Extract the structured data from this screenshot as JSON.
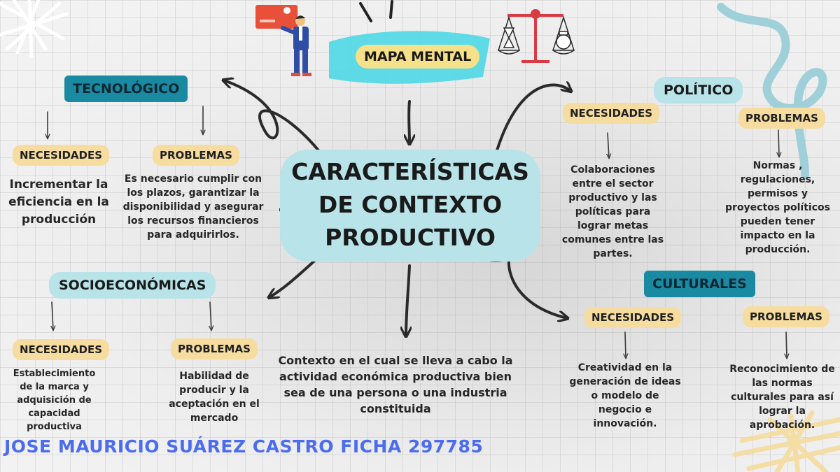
{
  "title": "MAPA MENTAL",
  "central": "CARACTERÍSTICAS DE CONTEXTO PRODUCTIVO",
  "definition": "Contexto en el cual se lleva a cabo la actividad económica productiva bien sea de una persona o una industria constituida",
  "author": "JOSE MAURICIO SUÁREZ CASTRO FICHA 297785",
  "colors": {
    "teal": "#1a8aa2",
    "light_teal": "#b8e3e8",
    "yellow": "#f6dc9f",
    "accent_cyan": "#4fd8e6",
    "author_blue": "#4c6cf0",
    "scale_red": "#d93a44"
  },
  "icons": [
    "businessman-illustration",
    "credit-card-icon",
    "balance-scale-icon",
    "hourglass-icon",
    "money-bag-icon",
    "starburst-decoration",
    "squiggle-decoration"
  ],
  "categories": {
    "tecnologico": {
      "label": "TECNOLÓGICO",
      "needs_label": "NECESIDADES",
      "needs_text": "Incrementar la eficiencia en la producción",
      "problems_label": "PROBLEMAS",
      "problems_text": "Es necesario cumplir con los plazos, garantizar la disponibilidad y asegurar los recursos financieros para adquirirlos."
    },
    "socioeconomicas": {
      "label": "SOCIOECONÓMICAS",
      "needs_label": "NECESIDADES",
      "needs_text": "Establecimiento de la marca y adquisición de capacidad productiva",
      "problems_label": "PROBLEMAS",
      "problems_text": "Habilidad de producir y la aceptación en el mercado"
    },
    "politico": {
      "label": "POLÍTICO",
      "needs_label": "NECESIDADES",
      "needs_text": "Colaboraciones entre el sector productivo y las políticas para lograr metas comunes entre las partes.",
      "problems_label": "PROBLEMAS",
      "problems_text": "Normas , regulaciones, permisos y proyectos políticos pueden tener impacto en la producción."
    },
    "culturales": {
      "label": "CULTURALES",
      "needs_label": "NECESIDADES",
      "needs_text": "Creatividad en la generación de ideas o modelo de negocio e innovación.",
      "problems_label": "PROBLEMAS",
      "problems_text": "Reconocimiento de las normas culturales para así lograr la aprobación."
    }
  }
}
